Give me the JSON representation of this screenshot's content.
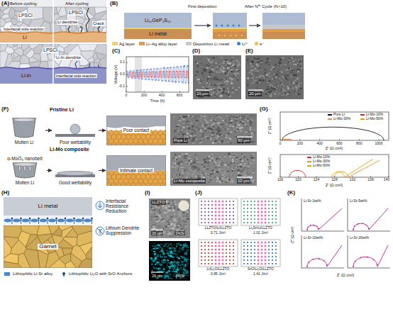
{
  "diagram": {
    "nodes": [
      {
        "text": [
          "Molten Li"
        ]
      },
      {
        "text": [
          "Poor wettability"
        ]
      },
      {
        "text": [
          "Poor contact"
        ]
      },
      {
        "text": [
          "α-MoO₃ nanobelt",
          "Molten Li"
        ]
      },
      {
        "text": [
          "Good wettability"
        ]
      },
      {
        "text": [
          "Intimate contact"
        ]
      },
      {
        "text": [
          "Li metal"
        ]
      },
      {
        "text": [
          "Garnet"
        ]
      },
      {
        "text": [
          "Li₁₀GeP₂S₁₂"
        ]
      },
      {
        "text": [
          "Li metal"
        ]
      }
    ],
    "edges": [
      {
        "from": 0,
        "to": 1,
        "arrow": "to"
      },
      {
        "from": 1,
        "to": 2,
        "arrow": "to"
      },
      {
        "from": 3,
        "to": 4,
        "arrow": "to"
      },
      {
        "from": 4,
        "to": 5,
        "arrow": "to"
      }
    ],
    "labels": [
      "(A)",
      "Before cycling",
      "After cycling",
      "LPSCl",
      "LPSCl",
      "Li dendrite",
      "Crack",
      "Interfacial side reaction",
      "Li",
      "LPSCl",
      "Li-In dendrite",
      "Interfacial side reaction",
      "Li-In",
      "(B)",
      "First deposition",
      "After Nᵗʰ Cycle (N>10)",
      "(C)",
      "Voltage (V)",
      "0.1",
      "0.0",
      "-0.1",
      "0",
      "200",
      "400",
      "600",
      "Time (h)",
      "(D)",
      "20 μm",
      "(E)",
      "20 μm",
      "(F)",
      "Pristine Li",
      "Li-Mo composite",
      "Pure Li",
      "50 μm",
      "Li-Mo composite",
      "10 μm",
      "(G)",
      "Z'' (Ω cm²)",
      "0",
      "200",
      "400",
      "600",
      "800",
      "1000",
      "Z' (Ω cm²)",
      "Z'' (Ω cm²)",
      "116",
      "120",
      "124",
      "128",
      "132",
      "136",
      "140",
      "Z' (Ω cm²)",
      "(H)",
      "Interfacial Resistance Reduction",
      "Lithium Dendrite Suppression",
      "(I)",
      "LLZTO",
      "20 μm",
      "1%Sr",
      "20 μm",
      "1%Sr",
      "(J)",
      "LLZTO/Li/LLZTO",
      "0.71 J/m²",
      "Li₂Sr/Li/LLZTO",
      "1.02 J/m²",
      "Li/Li₂O/LLZTO",
      "0.85 J/m²",
      "SrO/Li₂O/LLZTO",
      "1.41 J/m²",
      "(K)",
      "Li-Sr-1wt%",
      "Li-Sr-5wt%",
      "Li-Sr-10wt%",
      "Li-Sr-20wt%",
      "-Z'' (Ω cm²)",
      "Z' (Ω cm²)"
    ],
    "legend": [
      {
        "text": "Ag layer",
        "color": "#f3d35b"
      },
      {
        "text": "Li–Ag alloy layer",
        "color": "#e39b4a"
      },
      {
        "text": "Deposition Li metal",
        "color": "#c8c8c8"
      },
      {
        "text": "Li⁺",
        "color": "#3d7fd9"
      },
      {
        "text": "e⁻",
        "color": "#f2c230"
      },
      {
        "text": "Pure Li"
      },
      {
        "text": "Li-Mo-10%"
      },
      {
        "text": "Li-Mo-30%"
      },
      {
        "text": "Li-Mo-50%"
      },
      {
        "text": "Li-Mo-10%"
      },
      {
        "text": "Li-Mo-30%"
      },
      {
        "text": "Li-Mo-50%"
      },
      {
        "text": "Lithiophilic Li-Sr alloy",
        "color": "#4a86c8"
      },
      {
        "text": "Lithiophilic Li₂O with SrO Anchors"
      }
    ]
  }
}
